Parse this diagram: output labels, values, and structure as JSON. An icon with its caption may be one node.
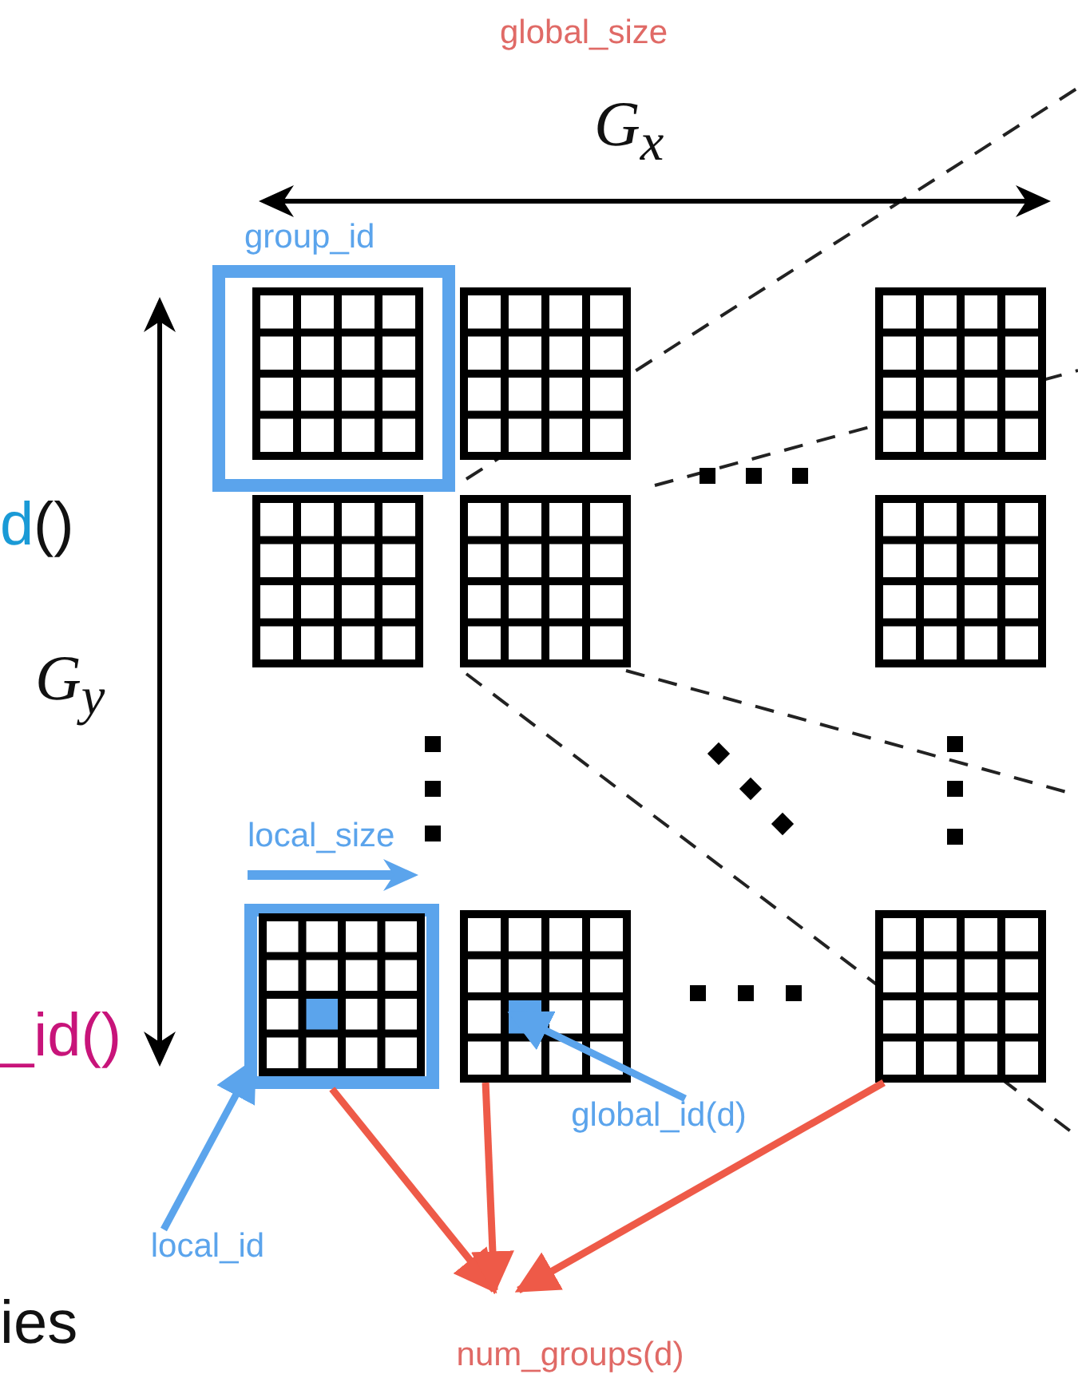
{
  "diagram": {
    "nodes": [
      {
        "text": [
          "group_id"
        ]
      },
      {
        "text": [],
        "shape": "box",
        "in": 0
      },
      {
        "text": [],
        "shape": "box"
      },
      {
        "text": [],
        "shape": "box"
      },
      {
        "text": [],
        "shape": "box"
      },
      {
        "text": [],
        "shape": "box"
      },
      {
        "text": [],
        "shape": "box"
      },
      {
        "text": [],
        "shape": "box"
      },
      {
        "text": [],
        "shape": "box",
        "in": 7
      },
      {
        "text": [],
        "shape": "box"
      },
      {
        "text": [],
        "shape": "box"
      },
      {
        "text": [
          "local_id"
        ]
      },
      {
        "text": [
          "global_id(d)"
        ]
      },
      {
        "text": [
          "num_groups(d)"
        ]
      }
    ],
    "edges": [
      {
        "from": 11,
        "to": 7,
        "arrow": "to",
        "color": "#5ba4ec"
      },
      {
        "from": 12,
        "to": 9,
        "arrow": "to",
        "color": "#5ba4ec"
      },
      {
        "from": 7,
        "to": 13,
        "arrow": "to",
        "color": "#ee5a48"
      },
      {
        "from": 9,
        "to": 13,
        "arrow": "to",
        "color": "#ee5a48"
      },
      {
        "from": 10,
        "to": 13,
        "arrow": "to",
        "color": "#ee5a48"
      }
    ],
    "labels": [
      "global_size",
      "G$_{x}$",
      "d",
      "()",
      "G$_{y}$",
      "local_size",
      "_id()",
      "ies"
    ]
  }
}
